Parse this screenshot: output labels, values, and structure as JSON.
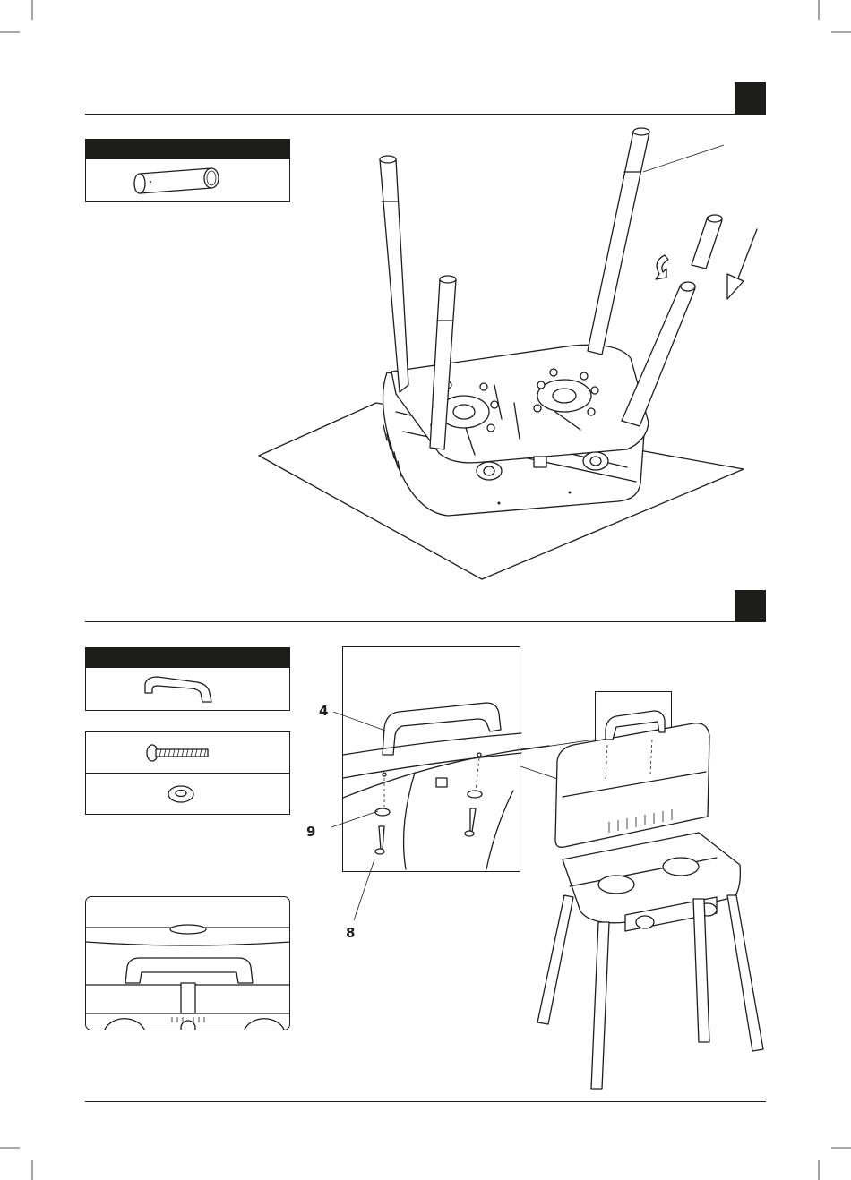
{
  "callouts": {
    "handle": "4",
    "washer": "9",
    "screw": "8"
  },
  "colors": {
    "ink": "#1d1d1b",
    "paper": "#ffffff"
  },
  "icons": {
    "leg_extension_part": "tube-icon",
    "handle_part": "handle-icon",
    "screw_part": "screw-icon",
    "washer_part": "washer-icon",
    "rotate": "rotate-arrow-icon",
    "direction": "down-arrow-icon"
  }
}
